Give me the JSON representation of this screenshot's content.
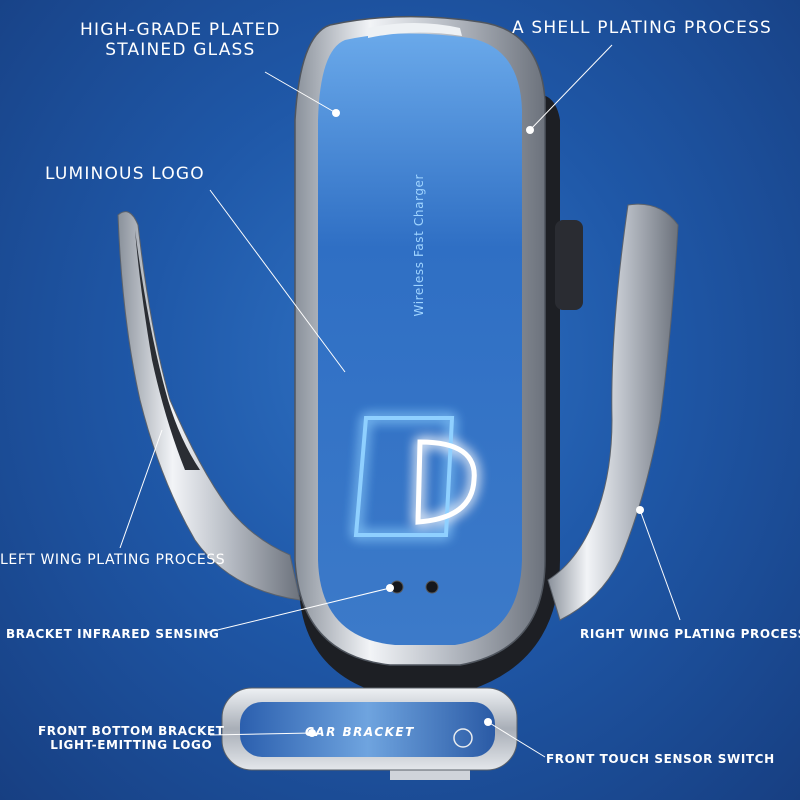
{
  "labels": {
    "high_grade_line1": "HIGH-GRADE PLATED",
    "high_grade_line2": "STAINED GLASS",
    "shell_plating": "A SHELL PLATING PROCESS",
    "luminous_logo": "LUMINOUS LOGO",
    "left_wing": "LEFT WING PLATING PROCESS",
    "bracket_infrared": "BRACKET INFRARED SENSING",
    "right_wing": "RIGHT WING PLATING PROCESS",
    "front_bottom_line1": "FRONT BOTTOM BRACKET",
    "front_bottom_line2": "LIGHT-EMITTING LOGO",
    "front_touch": "FRONT TOUCH SENSOR SWITCH"
  },
  "product": {
    "panel_text": "Wireless Fast Charger",
    "base_text": "CAR BRACKET"
  },
  "colors": {
    "background": "#1f58a8",
    "glow": "#3fa6ff",
    "chrome": "#d9dde3"
  }
}
